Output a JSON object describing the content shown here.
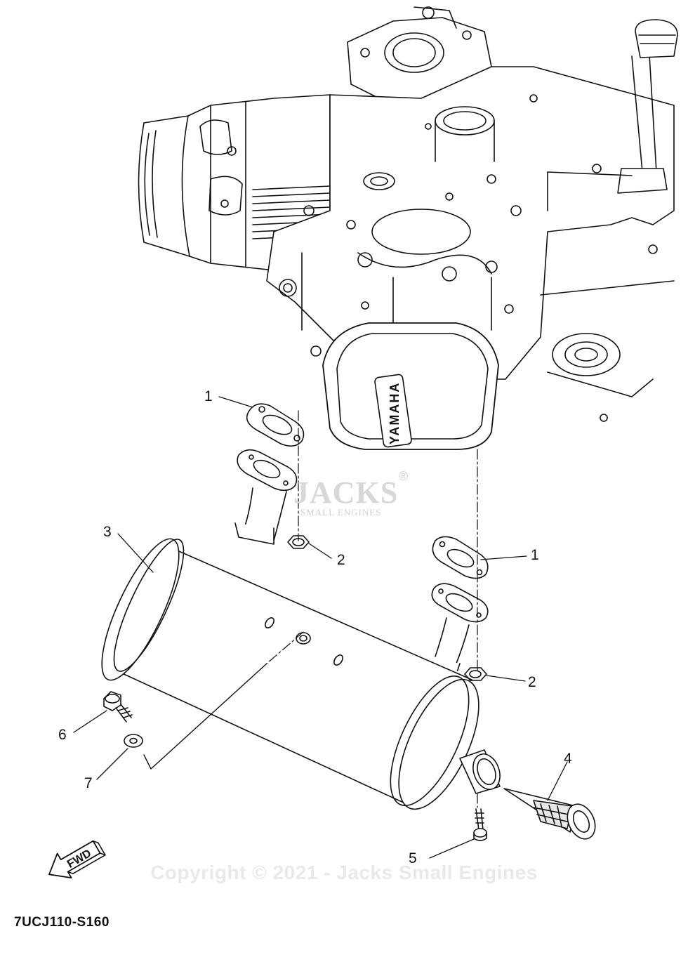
{
  "diagram": {
    "code": "7UCJ110-S160",
    "copyright": "Copyright © 2021 - Jacks Small Engines",
    "watermark": {
      "name": "JACKS",
      "subtitle": "SMALL ENGINES",
      "mark": "®"
    },
    "engine_brand": "YAMAHA",
    "fwd_label": "FWD",
    "callouts": [
      {
        "id": "callout-1-left",
        "label": "1"
      },
      {
        "id": "callout-2-left",
        "label": "2"
      },
      {
        "id": "callout-3",
        "label": "3"
      },
      {
        "id": "callout-1-right",
        "label": "1"
      },
      {
        "id": "callout-2-right",
        "label": "2"
      },
      {
        "id": "callout-4",
        "label": "4"
      },
      {
        "id": "callout-5",
        "label": "5"
      },
      {
        "id": "callout-6",
        "label": "6"
      },
      {
        "id": "callout-7",
        "label": "7"
      }
    ]
  }
}
